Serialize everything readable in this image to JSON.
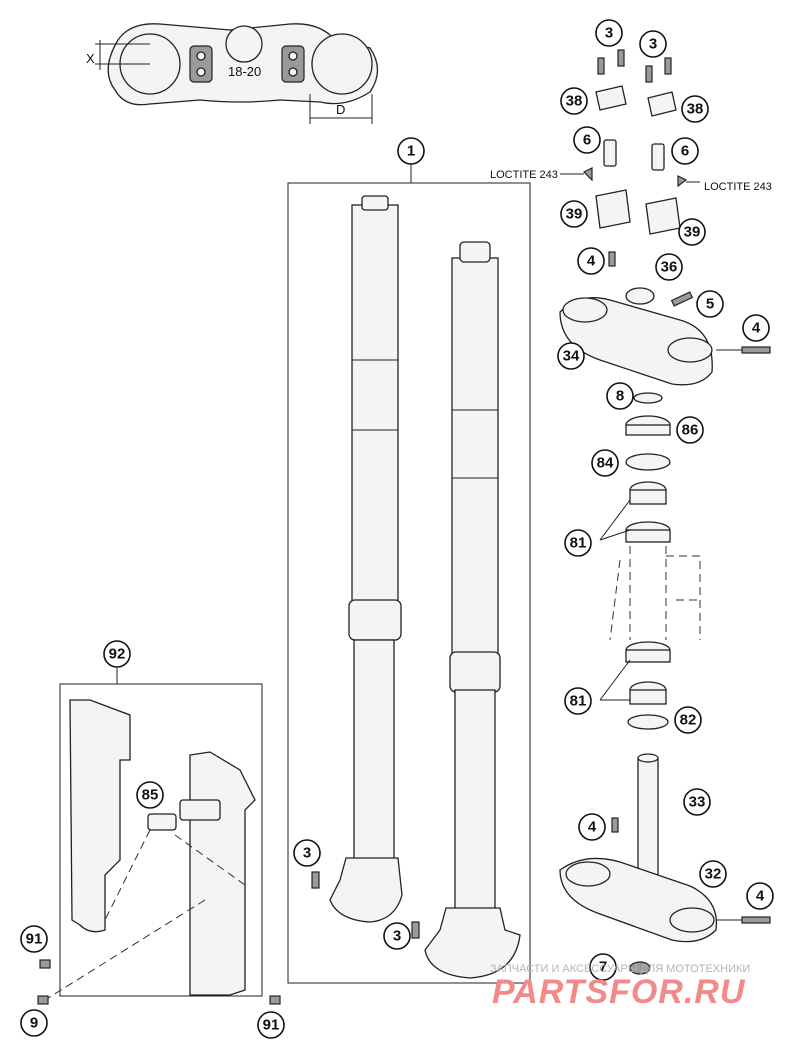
{
  "diagram": {
    "dimension_labels": {
      "x": "X",
      "d": "D"
    },
    "clamp_marking": "18-20",
    "notes": {
      "loctite_left": "LOCTITE 243",
      "loctite_right": "LOCTITE 243"
    },
    "callouts": [
      {
        "id": "c1",
        "label": "1"
      },
      {
        "id": "c3a",
        "label": "3"
      },
      {
        "id": "c3b",
        "label": "3"
      },
      {
        "id": "c38a",
        "label": "38"
      },
      {
        "id": "c38b",
        "label": "38"
      },
      {
        "id": "c6a",
        "label": "6"
      },
      {
        "id": "c6b",
        "label": "6"
      },
      {
        "id": "c39a",
        "label": "39"
      },
      {
        "id": "c39b",
        "label": "39"
      },
      {
        "id": "c4a",
        "label": "4"
      },
      {
        "id": "c36",
        "label": "36"
      },
      {
        "id": "c5",
        "label": "5"
      },
      {
        "id": "c4b",
        "label": "4"
      },
      {
        "id": "c34",
        "label": "34"
      },
      {
        "id": "c8",
        "label": "8"
      },
      {
        "id": "c86",
        "label": "86"
      },
      {
        "id": "c84",
        "label": "84"
      },
      {
        "id": "c81a",
        "label": "81"
      },
      {
        "id": "c81b",
        "label": "81"
      },
      {
        "id": "c82",
        "label": "82"
      },
      {
        "id": "c33",
        "label": "33"
      },
      {
        "id": "c4c",
        "label": "4"
      },
      {
        "id": "c32",
        "label": "32"
      },
      {
        "id": "c4d",
        "label": "4"
      },
      {
        "id": "c7",
        "label": "7"
      },
      {
        "id": "c92",
        "label": "92"
      },
      {
        "id": "c85",
        "label": "85"
      },
      {
        "id": "c3c",
        "label": "3"
      },
      {
        "id": "c3d",
        "label": "3"
      },
      {
        "id": "c91a",
        "label": "91"
      },
      {
        "id": "c9",
        "label": "9"
      },
      {
        "id": "c91b",
        "label": "91"
      }
    ]
  },
  "watermark": {
    "tagline": "ЗАПЧАСТИ И АКСЕССУАРЫ ДЛЯ МОТОТЕХНИКИ",
    "brand": "PARTSFOR.RU"
  }
}
